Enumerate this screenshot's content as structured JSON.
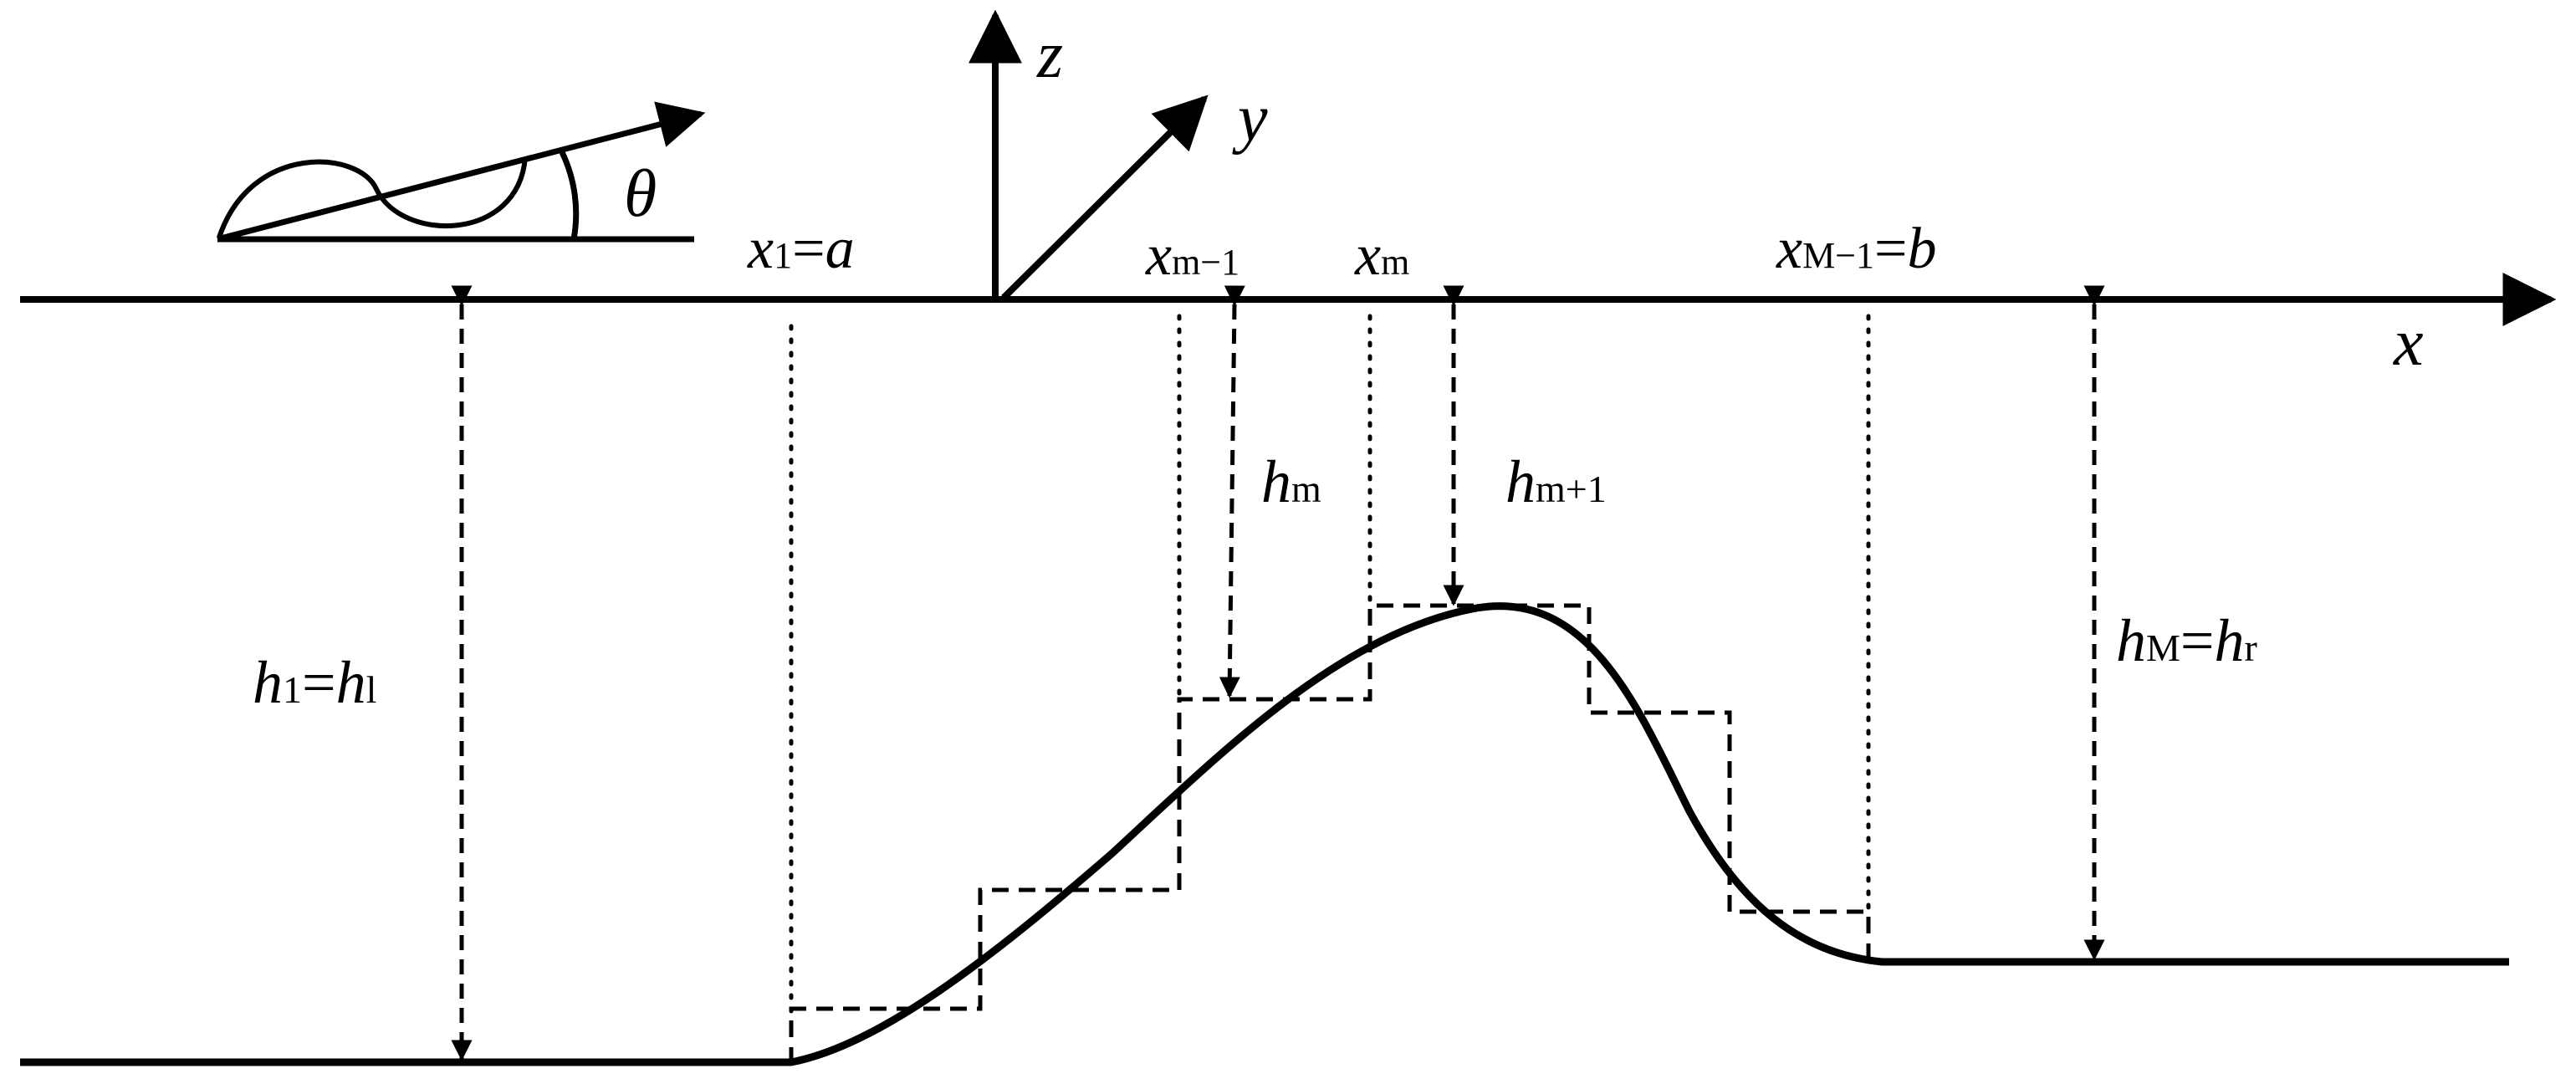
{
  "axes": {
    "z": "z",
    "y": "y",
    "x": "x"
  },
  "wave": {
    "angle_symbol": "θ"
  },
  "labels": {
    "x1": {
      "base": "x",
      "sub": "1",
      "rest": "=",
      "val": "a"
    },
    "xm_minus_1": {
      "base": "x",
      "sub": "m−1"
    },
    "xm": {
      "base": "x",
      "sub": "m"
    },
    "xM_minus_1": {
      "base": "x",
      "sub": "M−1",
      "rest": "=",
      "val": "b"
    },
    "h_left": {
      "base": "h",
      "sub": "1",
      "rest": "=",
      "base2": "h",
      "sub2": "l"
    },
    "hm": {
      "base": "h",
      "sub": "m"
    },
    "hm_plus_1": {
      "base": "h",
      "sub": "m+1"
    },
    "h_right": {
      "base": "h",
      "sub": "M",
      "rest": "=",
      "base2": "h",
      "sub2": "r"
    }
  },
  "colors": {
    "ink": "#000000",
    "background": "#ffffff"
  }
}
